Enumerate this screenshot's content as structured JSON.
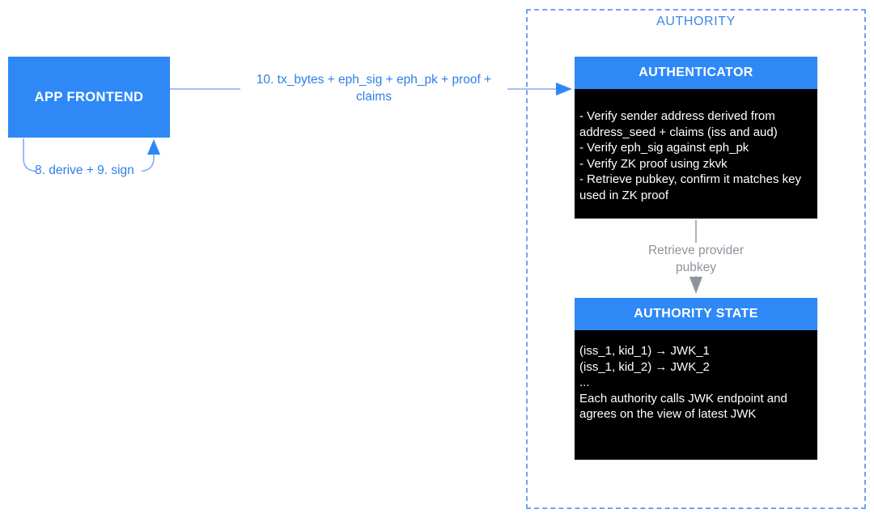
{
  "app_frontend": {
    "label": "APP FRONTEND"
  },
  "connections": {
    "tx_flow": {
      "label": "10. tx_bytes + eph_sig + eph_pk + proof + claims"
    },
    "derive_sign": {
      "label": "8. derive + 9. sign"
    },
    "retrieve_pubkey": {
      "label": "Retrieve provider pubkey"
    }
  },
  "authority": {
    "title": "AUTHORITY",
    "authenticator": {
      "title": "AUTHENTICATOR",
      "body": [
        "- Verify sender address derived from address_seed + claims (iss and aud)",
        "- Verify eph_sig against eph_pk",
        "- Verify ZK proof using zkvk",
        "- Retrieve pubkey, confirm it matches key used in ZK proof"
      ]
    },
    "authority_state": {
      "title": "AUTHORITY STATE",
      "body": [
        "(iss_1, kid_1) → JWK_1",
        "(iss_1, kid_2) → JWK_2",
        "...",
        "Each authority calls JWK endpoint and agrees on the view of latest JWK"
      ]
    }
  },
  "colors": {
    "node_blue": "#2E89F7",
    "connector_line_blue": "#7FB0F2",
    "label_text_blue": "#2E7FE8",
    "authority_border_blue": "#6FA4F0",
    "authority_title_blue": "#3E86E8",
    "gray_connector": "#9AA0A8",
    "gray_label": "#8E939C",
    "panel_black": "#000000",
    "panel_text_white": "#FFFFFF"
  }
}
